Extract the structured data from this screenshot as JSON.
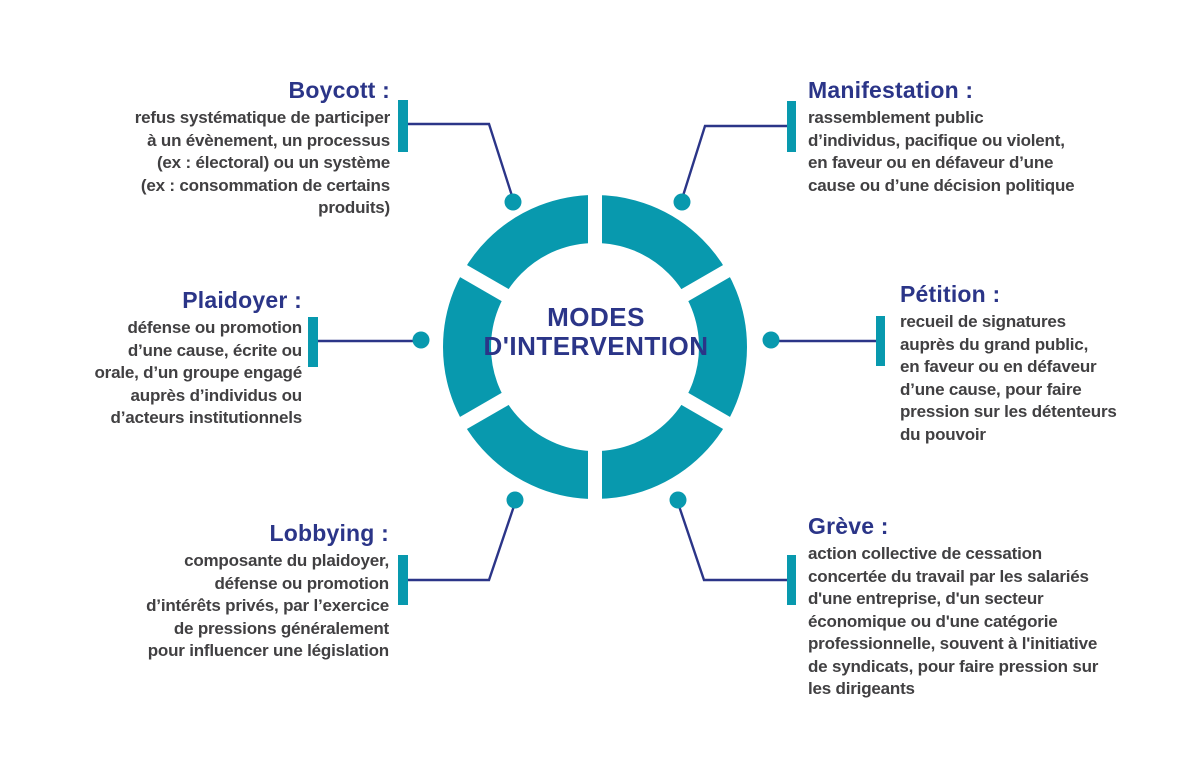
{
  "palette": {
    "teal": "#0899AE",
    "navy": "#2B3588",
    "body_text": "#414042",
    "background": "#FFFFFF"
  },
  "center": {
    "title_line1": "MODES",
    "title_line2": "D'INTERVENTION"
  },
  "sections": [
    {
      "id": "boycott",
      "title": "Boycott :",
      "align": "right",
      "lines": [
        "refus systématique de participer",
        "à un évènement, un processus",
        "(ex : électoral) ou un système",
        "(ex : consommation de certains",
        "produits)"
      ]
    },
    {
      "id": "manifestation",
      "title": "Manifestation :",
      "align": "left",
      "lines": [
        "rassemblement public",
        "d’individus, pacifique ou violent,",
        "en faveur ou en défaveur d’une",
        "cause ou d’une décision politique"
      ]
    },
    {
      "id": "plaidoyer",
      "title": "Plaidoyer :",
      "align": "right",
      "lines": [
        "défense ou promotion",
        "d’une cause, écrite ou",
        "orale, d’un groupe engagé",
        "auprès d’individus ou",
        "d’acteurs institutionnels"
      ]
    },
    {
      "id": "petition",
      "title": "Pétition :",
      "align": "left",
      "lines": [
        "recueil de signatures",
        "auprès du grand public,",
        "en faveur ou en défaveur",
        "d’une cause, pour faire",
        "pression sur les détenteurs",
        "du pouvoir"
      ]
    },
    {
      "id": "lobbying",
      "title": "Lobbying :",
      "align": "right",
      "lines": [
        "composante du plaidoyer,",
        "défense ou promotion",
        "d’intérêts privés, par l’exercice",
        "de pressions généralement",
        "pour influencer une législation"
      ]
    },
    {
      "id": "greve",
      "title": "Grève :",
      "align": "left",
      "lines": [
        "action collective de cessation",
        "concertée du travail par les salariés",
        "d'une entreprise, d'un secteur",
        "économique ou d'une catégorie",
        "professionnelle, souvent à l'initiative",
        "de syndicats, pour faire pression sur",
        "les dirigeants"
      ]
    }
  ]
}
